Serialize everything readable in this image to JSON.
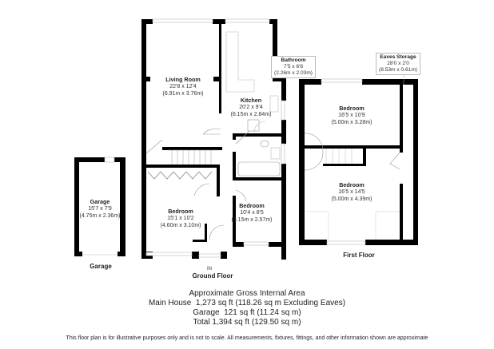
{
  "floors": {
    "ground": {
      "title": "Ground Floor",
      "entrance_label": "IN",
      "rooms": [
        {
          "name": "Living Room",
          "imperial": "22'8 x 12'4",
          "metric": "(6.91m x 3.76m)"
        },
        {
          "name": "Kitchen",
          "imperial": "20'2 x 9'4",
          "metric": "(6.15m x 2.84m)"
        },
        {
          "name": "Bathroom",
          "imperial": "7'5 x 6'8",
          "metric": "(2.26m x 2.03m)"
        },
        {
          "name": "Bedroom",
          "imperial": "15'1 x 10'2",
          "metric": "(4.60m x 3.10m)"
        },
        {
          "name": "Bedroom",
          "imperial": "10'4 x 8'5",
          "metric": "(3.15m x 2.57m)"
        }
      ]
    },
    "garage": {
      "title": "Garage",
      "rooms": [
        {
          "name": "Garage",
          "imperial": "15'7 x 7'9",
          "metric": "(4.75m x 2.36m)"
        }
      ]
    },
    "first": {
      "title": "First Floor",
      "rooms": [
        {
          "name": "Eaves Storage",
          "imperial": "28'0 x 2'0",
          "metric": "(8.53m x 0.61m)"
        },
        {
          "name": "Bedroom",
          "imperial": "16'5 x 10'9",
          "metric": "(5.00m x 3.28m)"
        },
        {
          "name": "Bedroom",
          "imperial": "16'5 x 14'5",
          "metric": "(5.00m x 4.39m)"
        }
      ]
    }
  },
  "area_summary": {
    "heading": "Approximate Gross Internal Area",
    "main_house": "Main House  1,273 sq ft (118.26 sq m Excluding Eaves)",
    "garage": "Garage  121 sq ft (11.24 sq m)",
    "total": "Total 1,394 sq ft (129.50 sq m)"
  },
  "disclaimer": "This floor plan is for illustrative purposes only and is not to scale. All measurements, fixtures, fittings, and other information shown are approximate",
  "colors": {
    "wall": "#000000",
    "fixture": "#aaaaaa",
    "background": "#ffffff"
  }
}
